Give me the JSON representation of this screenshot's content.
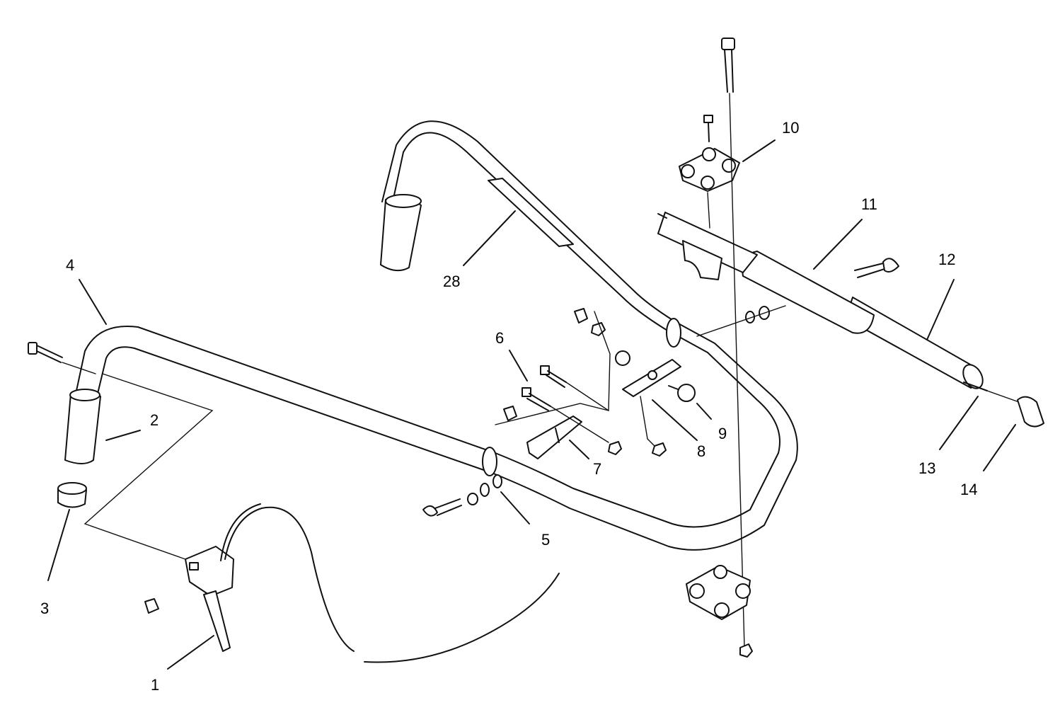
{
  "callouts": [
    {
      "id": "1",
      "text": "1"
    },
    {
      "id": "2",
      "text": "2"
    },
    {
      "id": "3",
      "text": "3"
    },
    {
      "id": "4",
      "text": "4"
    },
    {
      "id": "5",
      "text": "5"
    },
    {
      "id": "6",
      "text": "6"
    },
    {
      "id": "7",
      "text": "7"
    },
    {
      "id": "8",
      "text": "8"
    },
    {
      "id": "9",
      "text": "9"
    },
    {
      "id": "10",
      "text": "10"
    },
    {
      "id": "11",
      "text": "11"
    },
    {
      "id": "12",
      "text": "12"
    },
    {
      "id": "13",
      "text": "13"
    },
    {
      "id": "14",
      "text": "14"
    },
    {
      "id": "28",
      "text": "28"
    }
  ]
}
